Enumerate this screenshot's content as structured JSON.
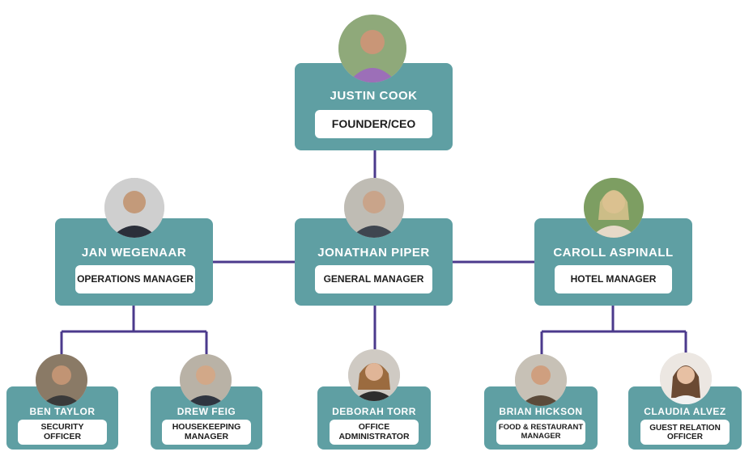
{
  "colors": {
    "card": "#5f9fa3",
    "connector": "#4b3a8c",
    "title_box": "#ffffff"
  },
  "people": {
    "ceo": {
      "name": "JUSTIN COOK",
      "title_lines": [
        "FOUNDER/CEO"
      ],
      "avatar": "person-photo-icon"
    },
    "ops": {
      "name": "JAN WEGENAAR",
      "title_lines": [
        "OPERATIONS MANAGER"
      ],
      "avatar": "person-photo-icon"
    },
    "gm": {
      "name": "JONATHAN PIPER",
      "title_lines": [
        "GENERAL MANAGER"
      ],
      "avatar": "person-photo-icon"
    },
    "hotel": {
      "name": "CAROLL ASPINALL",
      "title_lines": [
        "HOTEL MANAGER"
      ],
      "avatar": "person-photo-icon"
    },
    "ben": {
      "name": "BEN TAYLOR",
      "title_lines": [
        "SECURITY",
        "OFFICER"
      ],
      "avatar": "person-photo-icon"
    },
    "drew": {
      "name": "DREW FEIG",
      "title_lines": [
        "HOUSEKEEPING",
        "MANAGER"
      ],
      "avatar": "person-photo-icon"
    },
    "deb": {
      "name": "DEBORAH TORR",
      "title_lines": [
        "OFFICE",
        "ADMINISTRATOR"
      ],
      "avatar": "person-photo-icon"
    },
    "brian": {
      "name": "BRIAN HICKSON",
      "title_lines": [
        "FOOD & RESTAURANT",
        "MANAGER"
      ],
      "avatar": "person-photo-icon"
    },
    "claud": {
      "name": "CLAUDIA ALVEZ",
      "title_lines": [
        "GUEST RELATION",
        "OFFICER"
      ],
      "avatar": "person-photo-icon"
    }
  }
}
